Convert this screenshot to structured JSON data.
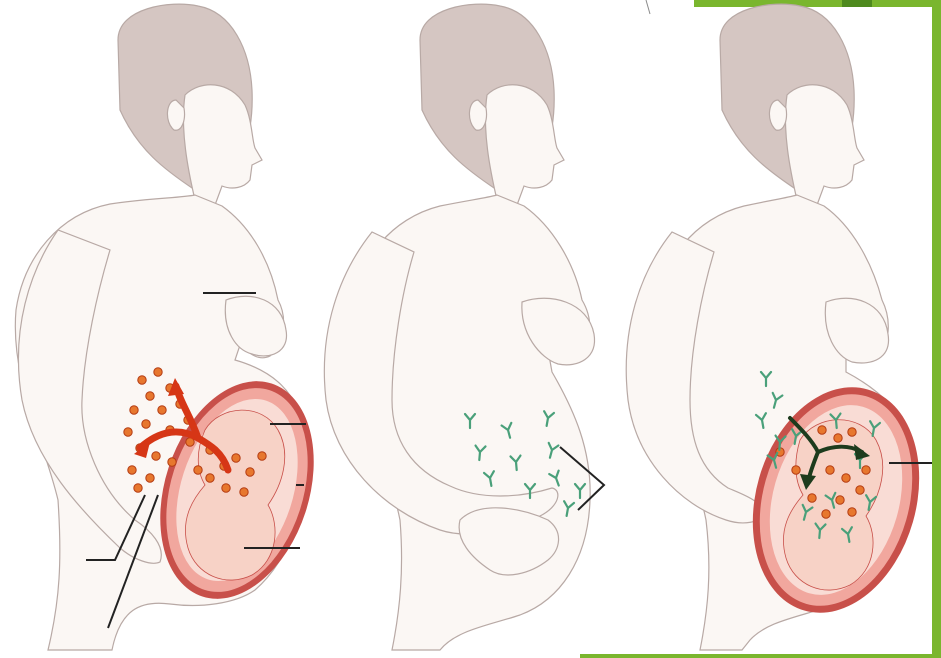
{
  "colors": {
    "accent_green": "#7ab62e",
    "accent_green_dark": "#4e8a1e",
    "skin": "#fbf7f4",
    "skin_outline": "#b8a9a5",
    "hair": "#d5c6c2",
    "uterus": "#f1a79e",
    "uterus_rim": "#c8504a",
    "uterus_inner": "#f9dcd5",
    "fetus": "#f7d2c6",
    "cell": "#e7772e",
    "cell_core": "#b43b12",
    "red_arrow": "#d63616",
    "antibody": "#4aa07a",
    "dark_arrow": "#1d3b1d",
    "line": "#222222"
  },
  "figures": [
    {
      "name": "first-pregnancy-rh-positive-fetus",
      "shows_uterus": true,
      "shows_cells": true,
      "shows_red_arrow": true,
      "shows_antibodies": false,
      "shows_dark_arrow": false
    },
    {
      "name": "mother-sensitized-antibodies",
      "shows_uterus": false,
      "shows_cells": false,
      "shows_red_arrow": false,
      "shows_antibodies": true,
      "shows_dark_arrow": false
    },
    {
      "name": "second-pregnancy-antibodies-cross-placenta",
      "shows_uterus": true,
      "shows_cells": true,
      "shows_red_arrow": false,
      "shows_antibodies": true,
      "shows_dark_arrow": true
    }
  ],
  "icons": {
    "antibody": "antibody-icon",
    "blood_cell": "red-blood-cell-icon",
    "cell_flow_arrow": "red-arrow-icon",
    "antibody_flow_arrow": "dark-green-arrow-icon"
  }
}
